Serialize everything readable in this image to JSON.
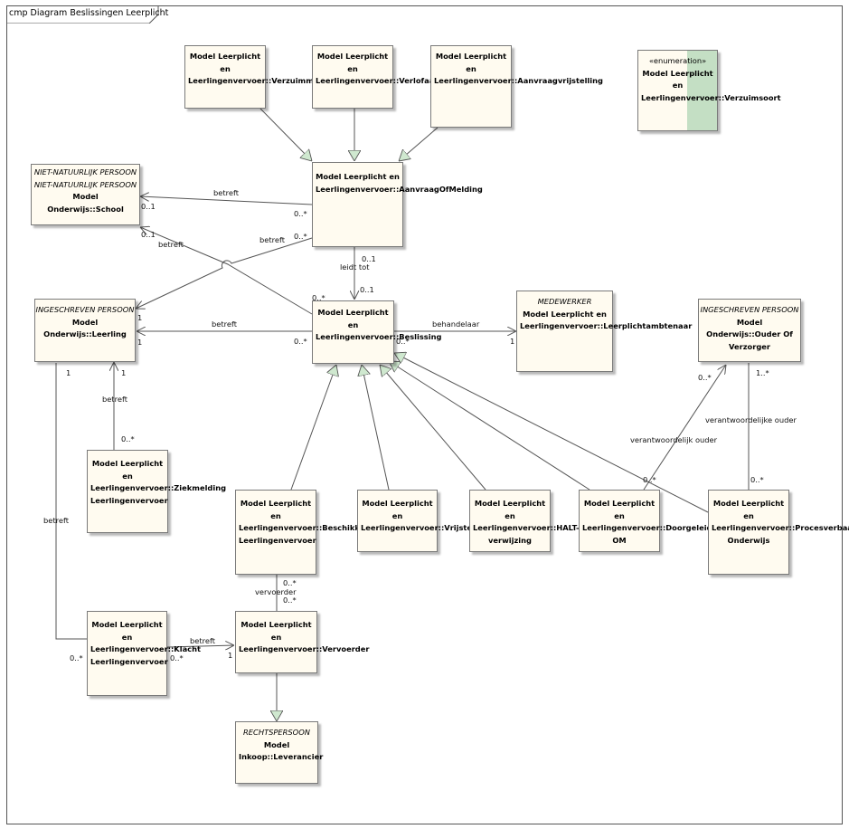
{
  "diagram": {
    "title": "cmp Diagram Beslissingen Leerplicht"
  },
  "nodes": {
    "verzuimmelding": {
      "stereotype": "",
      "name": "Model Leerplicht en Leerlingenvervoer::Verzuimmelding"
    },
    "verlofaanvraag": {
      "stereotype": "",
      "name": "Model Leerplicht en Leerlingenvervoer::Verlofaanvraag"
    },
    "aanvraagvrijstelling": {
      "stereotype": "",
      "name": "Model Leerplicht en Leerlingenvervoer::Aanvraagvrijstelling"
    },
    "verzuimsoort": {
      "stereotype": "«enumeration»",
      "name": "Model Leerplicht en Leerlingenvervoer::Verzuimsoort"
    },
    "school": {
      "stereotype": "NIET-NATUURLIJK PERSOON\nNIET-NATUURLIJK PERSOON",
      "name": "Model Onderwijs::School"
    },
    "aanvraagofmelding": {
      "stereotype": "",
      "name": "Model Leerplicht en Leerlingenvervoer::AanvraagOfMelding"
    },
    "leerling": {
      "stereotype": "INGESCHREVEN PERSOON",
      "name": "Model Onderwijs::Leerling"
    },
    "beslissing": {
      "stereotype": "",
      "name": "Model Leerplicht en Leerlingenvervoer::Beslissing"
    },
    "leerplichtambtenaar": {
      "stereotype": "MEDEWERKER",
      "name": "Model Leerplicht en Leerlingenvervoer::Leerplichtambtenaar"
    },
    "ouder": {
      "stereotype": "INGESCHREVEN PERSOON",
      "name": "Model Onderwijs::Ouder Of Verzorger"
    },
    "ziekmelding": {
      "stereotype": "",
      "name": "Model Leerplicht en Leerlingenvervoer::Ziekmelding Leerlingenvervoer"
    },
    "beschikking": {
      "stereotype": "",
      "name": "Model Leerplicht en Leerlingenvervoer::Beschikking Leerlingenvervoer"
    },
    "vrijstelling": {
      "stereotype": "",
      "name": "Model Leerplicht en Leerlingenvervoer::Vrijstelling"
    },
    "halt": {
      "stereotype": "",
      "name": "Model Leerplicht en Leerlingenvervoer::HALT-verwijzing"
    },
    "doorgeleiding": {
      "stereotype": "",
      "name": "Model Leerplicht en Leerlingenvervoer::Doorgeleiding OM"
    },
    "procesverbaal": {
      "stereotype": "",
      "name": "Model Leerplicht en Leerlingenvervoer::Procesverbaal Onderwijs"
    },
    "klacht": {
      "stereotype": "",
      "name": "Model Leerplicht en Leerlingenvervoer::Klacht Leerlingenvervoer"
    },
    "vervoerder": {
      "stereotype": "",
      "name": "Model Leerplicht en Leerlingenvervoer::Vervoerder"
    },
    "leverancier": {
      "stereotype": "RECHTSPERSOON",
      "name": "Model Inkoop::Leverancier"
    }
  },
  "edge_labels": {
    "betreft_school_aom": "betreft",
    "betreft_school_besl": "betreft",
    "betreft_aom_leerling": "betreft",
    "leidt_tot": "leidt tot",
    "betreft_besl_leerling": "betreft",
    "behandelaar": "behandelaar",
    "betreft_ziek_leerling": "betreft",
    "betreft_klacht_leerling": "betreft",
    "verantwoordelijk_ouder": "verantwoordelijk ouder",
    "verantwoordelijke_ouder": "verantwoordelijke ouder",
    "vervoerder": "vervoerder",
    "betreft_klacht_vervoerder": "betreft"
  },
  "multiplicities": {
    "school_aom_school": "0..1",
    "school_aom_aom": "0..*",
    "school_besl_school": "0..1",
    "aom_leerling_aom": "0..*",
    "aom_leerling_leerling": "1",
    "leidt_tot_aom": "0..1",
    "leidt_tot_besl": "0..1",
    "besl_school": "0..*",
    "besl_leerling_besl": "0..*",
    "besl_leerling_leerling": "1",
    "behandelaar_besl": "0..*",
    "behandelaar_lpa": "1",
    "leerling_klacht_leerling": "1",
    "leerling_ziek_leerling": "1",
    "ziek_leerling_ziek": "0..*",
    "ouder_doorgeleiding_ouder": "0..*",
    "ouder_doorgeleiding_doorgel": "0..*",
    "ouder_pv_ouder": "1..*",
    "ouder_pv_pv": "0..*",
    "beschikking_vervoerder_a": "0..*",
    "beschikking_vervoerder_b": "0..*",
    "klacht_leerling_klacht": "0..*",
    "klacht_vervoerder_klacht": "0..*",
    "klacht_vervoerder_vervoerder": "1"
  }
}
